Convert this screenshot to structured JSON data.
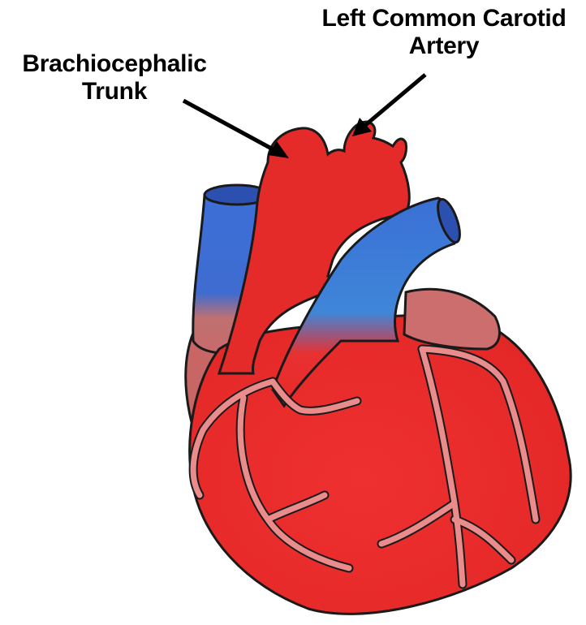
{
  "labels": {
    "brachiocephalic": {
      "line1": "Brachiocephalic",
      "line2": "Trunk"
    },
    "left_carotid": {
      "line1": "Left Common Carotid",
      "line2": "Artery"
    }
  },
  "colors": {
    "artery_red": "#e82a2a",
    "vein_blue": "#3a6ed6",
    "coronary_pink": "#e98b8b",
    "outline": "#1a1a1a"
  }
}
